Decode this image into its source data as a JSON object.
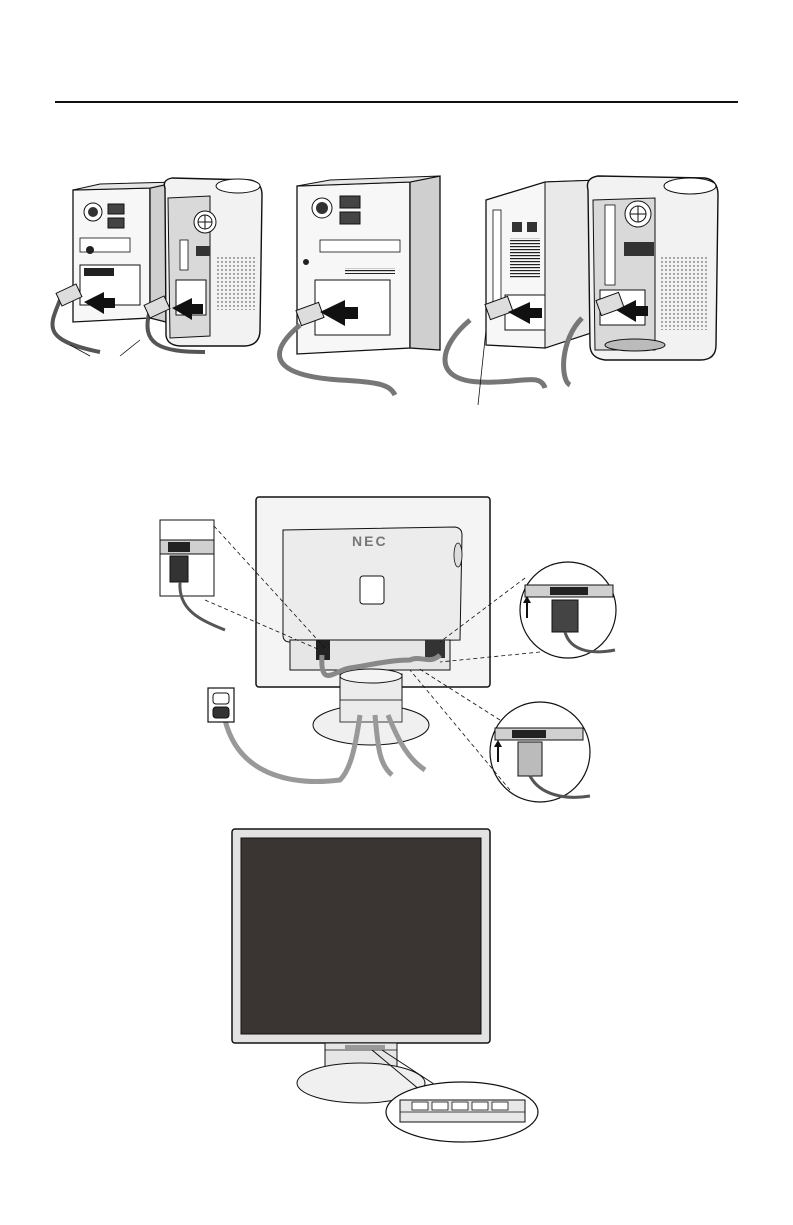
{
  "monitor_back": {
    "brand_label": "NEC"
  },
  "colors": {
    "line": "#111111",
    "screen": "#3a3533",
    "bezel": "#e2e2e2",
    "cable": "#9a9a9a",
    "case_shade": "#d6d6d6",
    "case_light": "#f2f2f2"
  },
  "figures": [
    {
      "name": "computer-connection-illustrations",
      "count_of_computers": 4
    },
    {
      "name": "monitor-rear-cable-connection-illustration"
    },
    {
      "name": "monitor-front-power-button-illustration"
    }
  ]
}
